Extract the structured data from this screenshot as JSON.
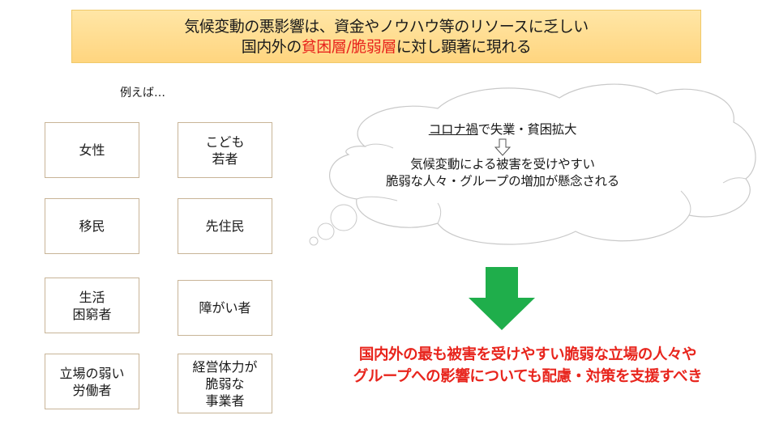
{
  "banner": {
    "line1": "気候変動の悪影響は、資金やノウハウ等のリソースに乏しい",
    "line2_prefix": "国内外の",
    "line2_highlight": "貧困層/脆弱層",
    "line2_suffix": "に対し顕著に現れる",
    "highlight_color": "#e8251d",
    "background_color": "#ffd98a"
  },
  "examples": {
    "label": "例えば…",
    "items": [
      {
        "label": "女性"
      },
      {
        "label": "こども\n若者"
      },
      {
        "label": "移民"
      },
      {
        "label": "先住民"
      },
      {
        "label": "生活\n困窮者"
      },
      {
        "label": "障がい者"
      },
      {
        "label": "立場の弱い\n労働者"
      },
      {
        "label": "経営体力が\n脆弱な\n事業者"
      }
    ]
  },
  "thought_cloud": {
    "line1_underlined": "コロナ禍",
    "line1_rest": "で失業・貧困拡大",
    "arrow_icon": "hollow-down-arrow",
    "line2": "気候変動による被害を受けやすい",
    "line3": "脆弱な人々・グループの増加が懸念される"
  },
  "arrow": {
    "icon": "green-down-arrow",
    "color": "#1fae4b"
  },
  "conclusion": {
    "line1": "国内外の最も被害を受けやすい脆弱な立場の人々や",
    "line2": "グループへの影響についても配慮・対策を支援すべき",
    "color": "#e8251d"
  }
}
